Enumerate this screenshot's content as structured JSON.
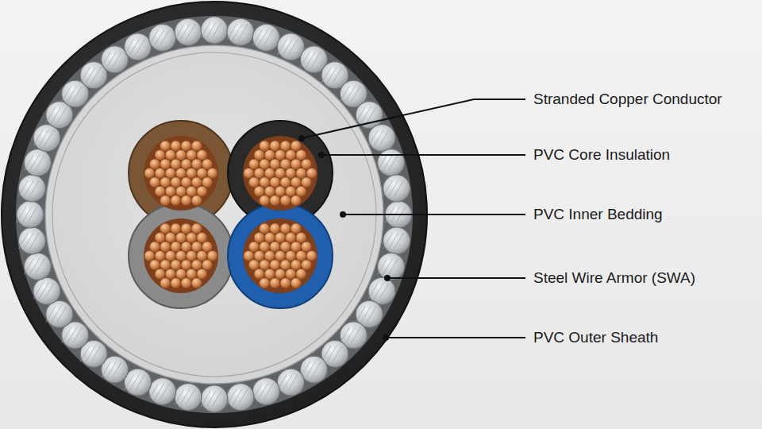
{
  "diagram": {
    "labels": [
      "Stranded Copper Conductor",
      "PVC Core Insulation",
      "PVC Inner Bedding",
      "Steel Wire Armor (SWA)",
      "PVC Outer Sheath"
    ]
  }
}
